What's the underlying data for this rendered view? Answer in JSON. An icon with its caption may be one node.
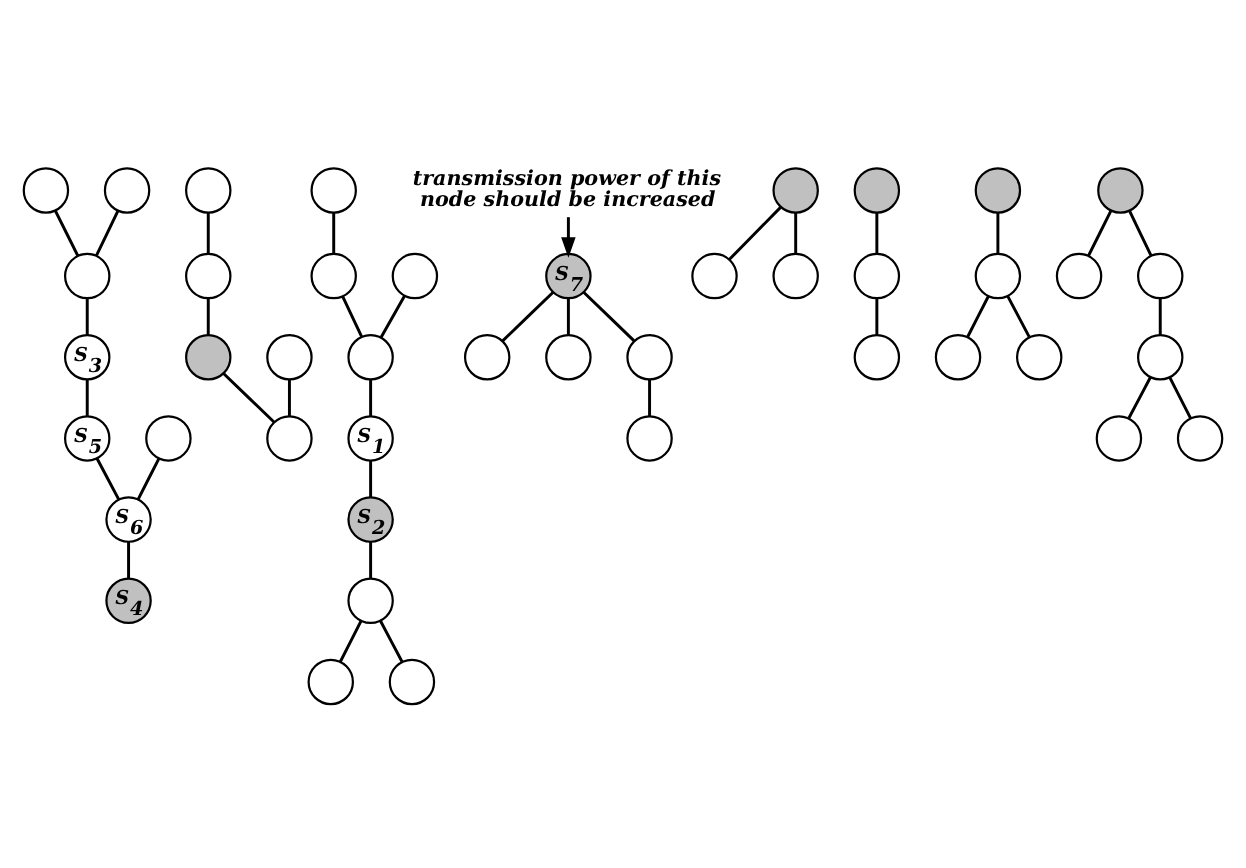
{
  "diagram": {
    "nodes": [
      {
        "text": [],
        "shape": "circle"
      },
      {
        "text": [],
        "shape": "circle"
      },
      {
        "text": [],
        "shape": "circle"
      },
      {
        "text": [
          "S$_{3}$"
        ]
      },
      {
        "text": [
          "S$_{5}$"
        ]
      },
      {
        "text": [],
        "shape": "circle"
      },
      {
        "text": [
          "S$_{6}$"
        ]
      },
      {
        "text": [
          "S$_{4}$"
        ]
      },
      {
        "text": [],
        "shape": "circle"
      },
      {
        "text": [],
        "shape": "circle"
      },
      {
        "text": [],
        "shape": "circle"
      },
      {
        "text": [],
        "shape": "circle"
      },
      {
        "text": [],
        "shape": "circle"
      },
      {
        "text": [],
        "shape": "circle"
      },
      {
        "text": [],
        "shape": "circle"
      },
      {
        "text": [],
        "shape": "circle"
      },
      {
        "text": [],
        "shape": "circle"
      },
      {
        "text": [
          "S$_{1}$"
        ]
      },
      {
        "text": [],
        "shape": "circle"
      },
      {
        "text": [],
        "shape": "circle"
      },
      {
        "text": [],
        "shape": "circle"
      },
      {
        "text": [
          "S$_{2}$"
        ]
      },
      {
        "text": [
          "transmission power of this node should be increased"
        ]
      },
      {
        "text": [
          "S$_{7}$"
        ]
      },
      {
        "text": [],
        "shape": "circle"
      },
      {
        "text": [],
        "shape": "circle"
      },
      {
        "text": [],
        "shape": "circle"
      },
      {
        "text": [],
        "shape": "circle"
      },
      {
        "text": [],
        "shape": "circle"
      },
      {
        "text": [],
        "shape": "circle"
      },
      {
        "text": [],
        "shape": "circle"
      },
      {
        "text": [],
        "shape": "circle"
      },
      {
        "text": [],
        "shape": "circle"
      },
      {
        "text": [],
        "shape": "circle"
      },
      {
        "text": [],
        "shape": "circle"
      },
      {
        "text": [],
        "shape": "circle"
      },
      {
        "text": [],
        "shape": "circle"
      },
      {
        "text": [],
        "shape": "circle"
      },
      {
        "text": [],
        "shape": "circle"
      },
      {
        "text": [],
        "shape": "circle"
      },
      {
        "text": [],
        "shape": "circle"
      },
      {
        "text": [],
        "shape": "circle"
      },
      {
        "text": [],
        "shape": "circle"
      },
      {
        "text": [],
        "shape": "circle"
      }
    ],
    "edges": [
      {
        "from": 0,
        "to": 2,
        "arrow": "none"
      },
      {
        "from": 1,
        "to": 2,
        "arrow": "none"
      },
      {
        "from": 2,
        "to": 3,
        "arrow": "none"
      },
      {
        "from": 3,
        "to": 4,
        "arrow": "none"
      },
      {
        "from": 4,
        "to": 6,
        "arrow": "none"
      },
      {
        "from": 5,
        "to": 6,
        "arrow": "none"
      },
      {
        "from": 6,
        "to": 7,
        "arrow": "none"
      },
      {
        "from": 8,
        "to": 9,
        "arrow": "none"
      },
      {
        "from": 9,
        "to": 12,
        "arrow": "none"
      },
      {
        "from": 12,
        "to": 11,
        "arrow": "none"
      },
      {
        "from": 10,
        "to": 11,
        "arrow": "none"
      },
      {
        "from": 13,
        "to": 14,
        "arrow": "none"
      },
      {
        "from": 14,
        "to": 16,
        "arrow": "none"
      },
      {
        "from": 15,
        "to": 16,
        "arrow": "none"
      },
      {
        "from": 16,
        "to": 17,
        "arrow": "none"
      },
      {
        "from": 17,
        "to": 21,
        "arrow": "none"
      },
      {
        "from": 21,
        "to": 20,
        "arrow": "none"
      },
      {
        "from": 20,
        "to": 18,
        "arrow": "none"
      },
      {
        "from": 20,
        "to": 19,
        "arrow": "none"
      },
      {
        "from": 22,
        "to": 23,
        "arrow": "to"
      },
      {
        "from": 23,
        "to": 24,
        "arrow": "none"
      },
      {
        "from": 23,
        "to": 25,
        "arrow": "none"
      },
      {
        "from": 23,
        "to": 26,
        "arrow": "none"
      },
      {
        "from": 26,
        "to": 27,
        "arrow": "none"
      },
      {
        "from": 28,
        "to": 29,
        "arrow": "none"
      },
      {
        "from": 28,
        "to": 30,
        "arrow": "none"
      },
      {
        "from": 31,
        "to": 32,
        "arrow": "none"
      },
      {
        "from": 32,
        "to": 33,
        "arrow": "none"
      },
      {
        "from": 34,
        "to": 35,
        "arrow": "none"
      },
      {
        "from": 35,
        "to": 36,
        "arrow": "none"
      },
      {
        "from": 35,
        "to": 37,
        "arrow": "none"
      },
      {
        "from": 38,
        "to": 39,
        "arrow": "none"
      },
      {
        "from": 38,
        "to": 40,
        "arrow": "none"
      },
      {
        "from": 40,
        "to": 41,
        "arrow": "none"
      },
      {
        "from": 41,
        "to": 42,
        "arrow": "none"
      },
      {
        "from": 41,
        "to": 43,
        "arrow": "none"
      }
    ]
  }
}
